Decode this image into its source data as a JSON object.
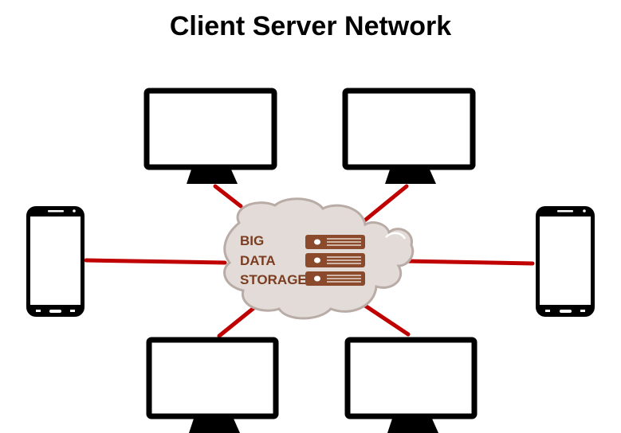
{
  "title": "Client Server Network",
  "storage": {
    "lines": [
      "BIG",
      "DATA",
      "STORAGE"
    ]
  },
  "colors": {
    "link": "#c00000",
    "cloud": "#e2dbd8",
    "cloud_edge": "#b9aca6",
    "server": "#8b4a2b",
    "text": "#7a3d20",
    "device": "#000000"
  }
}
